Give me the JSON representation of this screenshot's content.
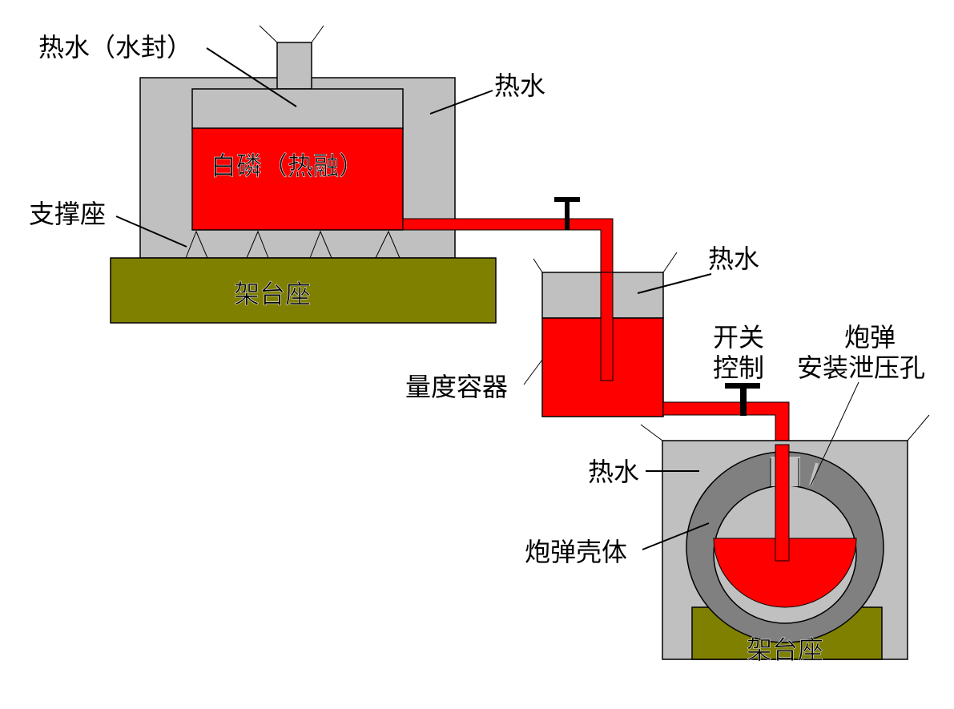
{
  "colors": {
    "hot_water": "#c0c0c0",
    "phosphorus": "#ff0000",
    "stand": "#808000",
    "shell": "#808080",
    "valve": "#000000"
  },
  "labels": {
    "water_seal": "热水（水封）",
    "hot_water_top": "热水",
    "white_phosphorus": "白磷（热融）",
    "support_seat": "支撑座",
    "stand_top": "架台座",
    "hot_water_measure": "热水",
    "measuring_container": "量度容器",
    "switch_control_1": "开关",
    "switch_control_2": "控制",
    "shell_hole_1": "炮弹",
    "shell_hole_2": "安装泄压孔",
    "hot_water_bottom": "热水",
    "shell_body": "炮弹壳体",
    "stand_bottom": "架台座"
  }
}
